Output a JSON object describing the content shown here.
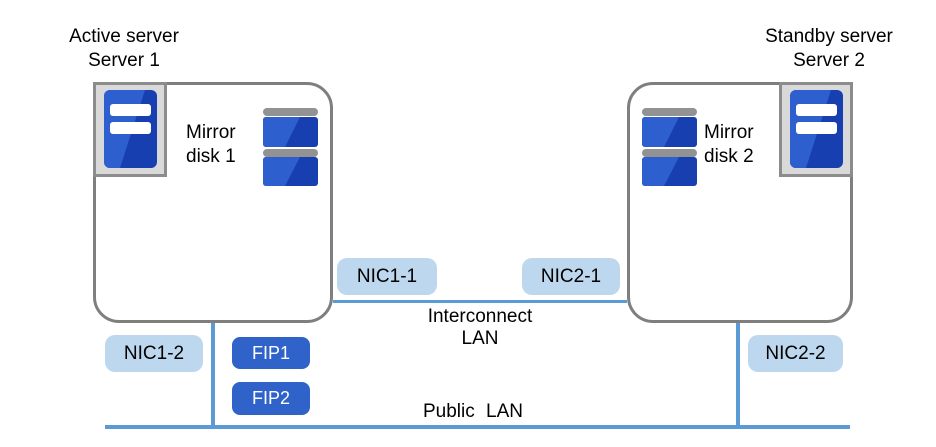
{
  "diagram": {
    "servers": [
      {
        "role_label": "Active server",
        "name": "Server 1",
        "disk_label": [
          "Mirror",
          "disk 1"
        ]
      },
      {
        "role_label": "Standby server",
        "name": "Server 2",
        "disk_label": [
          "Mirror",
          "disk 2"
        ]
      }
    ],
    "nic_labels": {
      "nic1_1": "NIC1-1",
      "nic2_1": "NIC2-1",
      "nic1_2": "NIC1-2",
      "nic2_2": "NIC2-2"
    },
    "fip_labels": {
      "fip1": "FIP1",
      "fip2": "FIP2"
    },
    "network_labels": {
      "interconnect": [
        "Interconnect",
        "LAN"
      ],
      "public": "Public LAN"
    }
  },
  "colors": {
    "line_blue": "#5b9bd5",
    "nic_fill": "#bdd7ee",
    "fip_fill": "#2f63c9",
    "server_border": "#7f7f7f",
    "icon_box_fill": "#d9d9d9",
    "icon_box_border": "#8c8c8c",
    "disk_cap_gray": "#929292",
    "blue_light": "#2e5fce",
    "blue_dark": "#173fb0",
    "text_color": "#000000"
  }
}
